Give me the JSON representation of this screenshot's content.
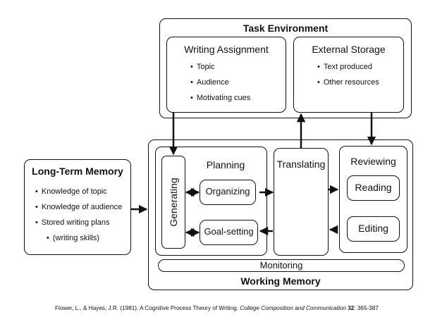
{
  "task_environment": {
    "title": "Task Environment",
    "writing_assignment": {
      "title": "Writing Assignment",
      "items": [
        "Topic",
        "Audience",
        "Motivating cues"
      ]
    },
    "external_storage": {
      "title": "External Storage",
      "items": [
        "Text produced",
        "Other resources"
      ]
    }
  },
  "long_term_memory": {
    "title": "Long-Term Memory",
    "items": [
      "Knowledge of topic",
      "Knowledge of audience",
      "Stored writing plans"
    ],
    "sub_item": "(writing skills)"
  },
  "working_memory": {
    "title": "Working Memory",
    "planning": {
      "title": "Planning",
      "generating": "Generating",
      "organizing": "Organizing",
      "goal_setting": "Goal-setting"
    },
    "translating": "Translating",
    "reviewing": {
      "title": "Reviewing",
      "reading": "Reading",
      "editing": "Editing"
    },
    "monitoring": "Monitoring"
  },
  "citation": {
    "authors": "Flower, L., & Hayes, J.R. (1981). A Cognitive Process Theory of Writing.",
    "journal": "College Composition and Communication",
    "volume": "32",
    "pages": ": 365-387"
  }
}
